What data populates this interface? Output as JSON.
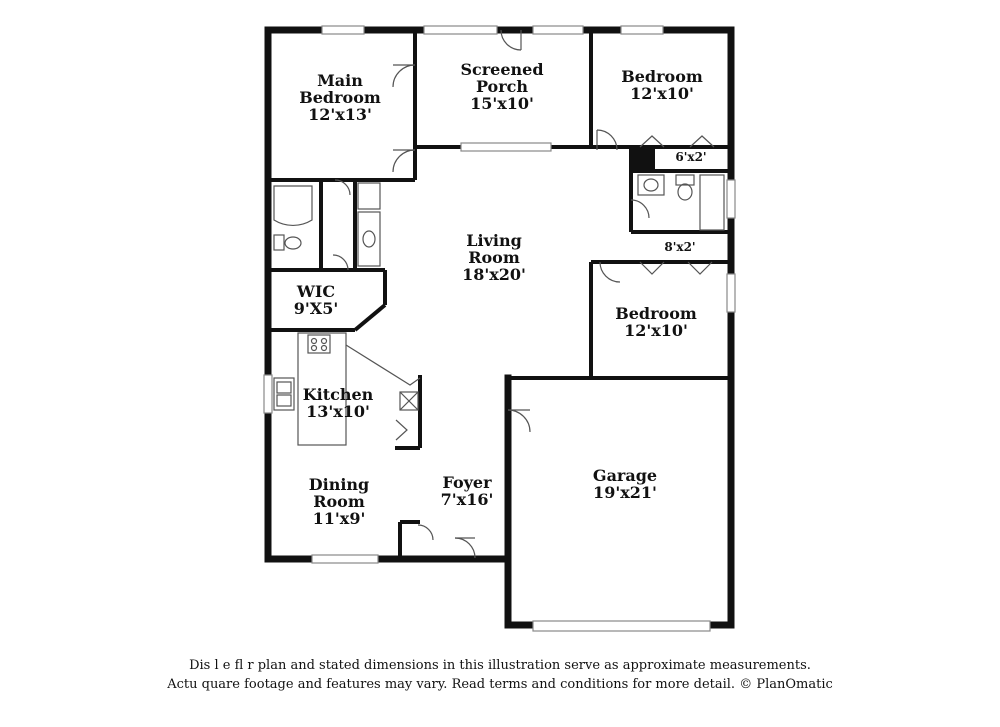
{
  "rooms": {
    "main_bedroom": {
      "name": "Main Bedroom",
      "line1": "Main",
      "line2": "Bedroom",
      "dims": "12'x13'"
    },
    "screened_porch": {
      "line1": "Screened",
      "line2": "Porch",
      "dims": "15'x10'"
    },
    "bedroom_top": {
      "line1": "Bedroom",
      "dims": "12'x10'"
    },
    "closet_top": {
      "dims": "6'x2'"
    },
    "living_room": {
      "line1": "Living",
      "line2": "Room",
      "dims": "18'x20'"
    },
    "closet_mid": {
      "dims": "8'x2'"
    },
    "wic": {
      "line1": "WIC",
      "dims": "9'X5'"
    },
    "bedroom_bottom": {
      "line1": "Bedroom",
      "dims": "12'x10'"
    },
    "kitchen": {
      "line1": "Kitchen",
      "dims": "13'x10'"
    },
    "garage": {
      "line1": "Garage",
      "dims": "19'x21'"
    },
    "dining_room": {
      "line1": "Dining",
      "line2": "Room",
      "dims": "11'x9'"
    },
    "foyer": {
      "line1": "Foyer",
      "dims": "7'x16'"
    }
  },
  "disclaimer": {
    "line1": "Dis           l      e fl    r plan and stated dimensions in this illustration serve as approximate measurements.",
    "line2": "Actu     quare footage and features may vary. Read terms and conditions for more detail. © PlanOmatic"
  },
  "colors": {
    "wall": "#111111",
    "fixture": "#555555",
    "window": "#888888",
    "background": "#ffffff"
  }
}
